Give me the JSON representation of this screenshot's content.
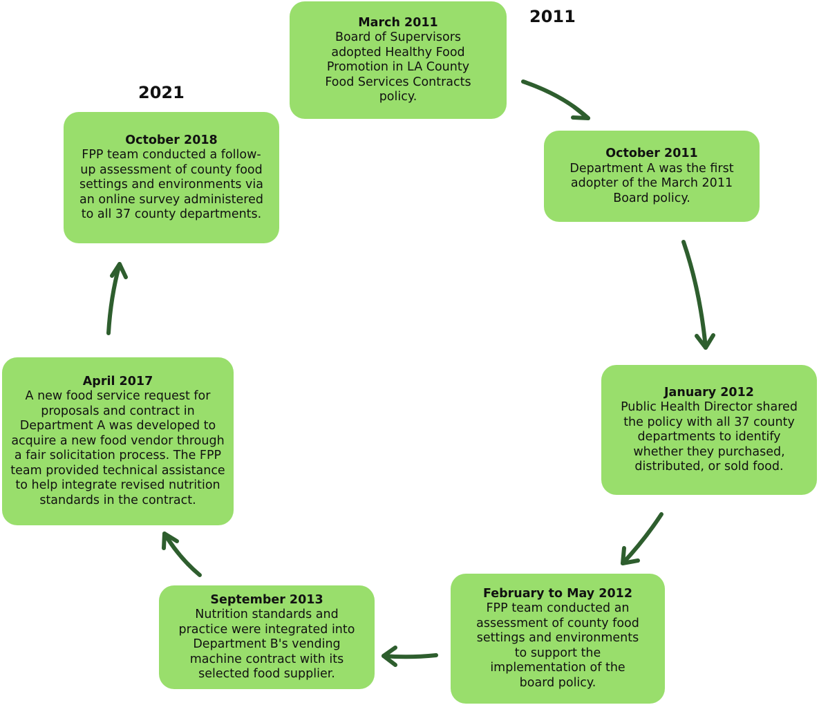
{
  "year_labels": {
    "start": "2011",
    "end": "2021"
  },
  "steps": [
    {
      "date": "March 2011",
      "description": "Board of Supervisors adopted Healthy Food Promotion in LA County Food Services Contracts policy."
    },
    {
      "date": "October 2011",
      "description": "Department A was the first adopter of the March 2011 Board policy."
    },
    {
      "date": "January 2012",
      "description": "Public Health Director shared the policy with all 37 county departments to identify whether they purchased, distributed, or sold food."
    },
    {
      "date": "February to May 2012",
      "description": "FPP team conducted an assessment of county food settings and environments to support the implementation of the board policy."
    },
    {
      "date": "September 2013",
      "description": "Nutrition standards and practice were integrated into Department B's vending machine contract with its selected food supplier."
    },
    {
      "date": "April 2017",
      "description": "A new food service request for proposals and contract in Department A was developed to acquire a new food vendor through a fair solicitation process. The FPP team provided technical assistance to help integrate revised nutrition standards in the contract."
    },
    {
      "date": "October 2018",
      "description": "FPP team conducted a follow-up assessment of county food settings and environments via an online survey administered to all 37 county departments."
    }
  ],
  "colors": {
    "box_fill": "#99de6c",
    "arrow": "#2e5e2e",
    "text": "#111111"
  }
}
